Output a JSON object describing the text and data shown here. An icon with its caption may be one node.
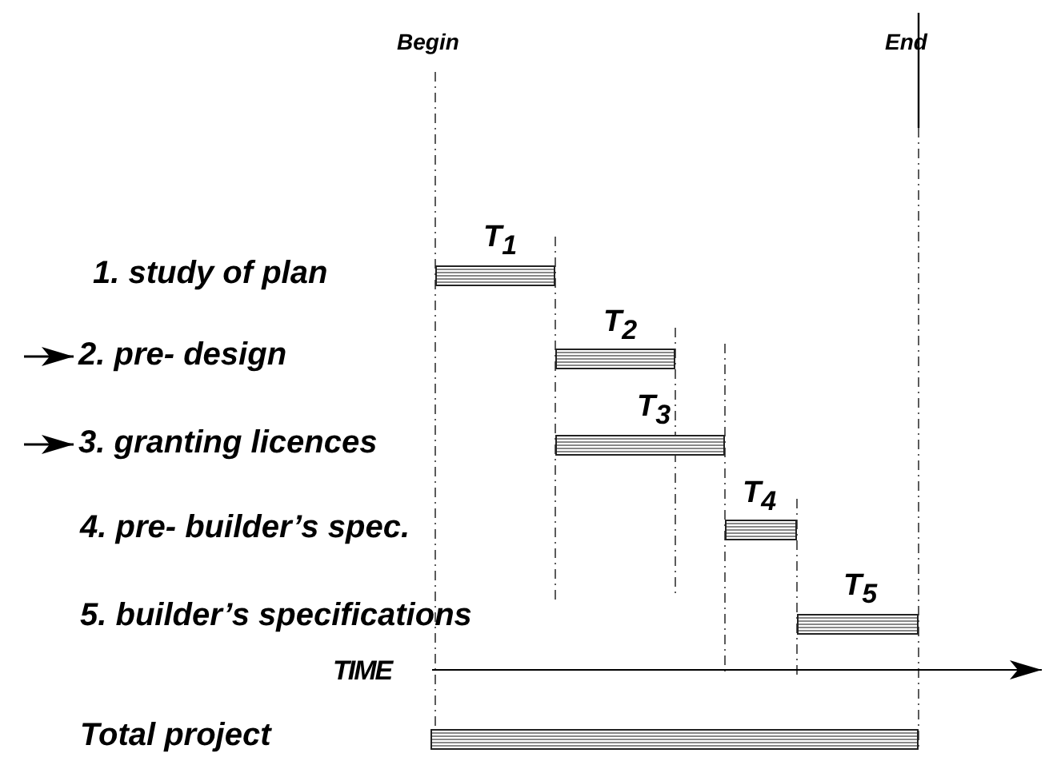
{
  "diagram": {
    "nodes": [
      {
        "text": [
          "1. study of plan"
        ]
      },
      {
        "text": [
          "2. pre- design"
        ]
      },
      {
        "text": [
          "3. granting licences"
        ]
      },
      {
        "text": [
          "4. pre- builder’s spec."
        ]
      },
      {
        "text": [
          "5. builder’s specifications"
        ]
      },
      {
        "text": [],
        "shape": "bar",
        "beside": [
          "T$_{1}$"
        ]
      },
      {
        "text": [],
        "shape": "bar",
        "beside": [
          "T$_{2}$"
        ]
      },
      {
        "text": [],
        "shape": "bar",
        "beside": [
          "T$_{3}$"
        ]
      },
      {
        "text": [],
        "shape": "bar",
        "beside": [
          "T$_{4}$"
        ]
      },
      {
        "text": [],
        "shape": "bar",
        "beside": [
          "T$_{5}$"
        ]
      },
      {
        "text": [
          "Total project"
        ]
      },
      {
        "text": [],
        "shape": "bar"
      }
    ],
    "edges": [
      {
        "from": null,
        "to": 1,
        "arrow": "to"
      },
      {
        "from": null,
        "to": 2,
        "arrow": "to"
      }
    ],
    "labels": [
      "Begin",
      "End",
      "TIME"
    ]
  }
}
